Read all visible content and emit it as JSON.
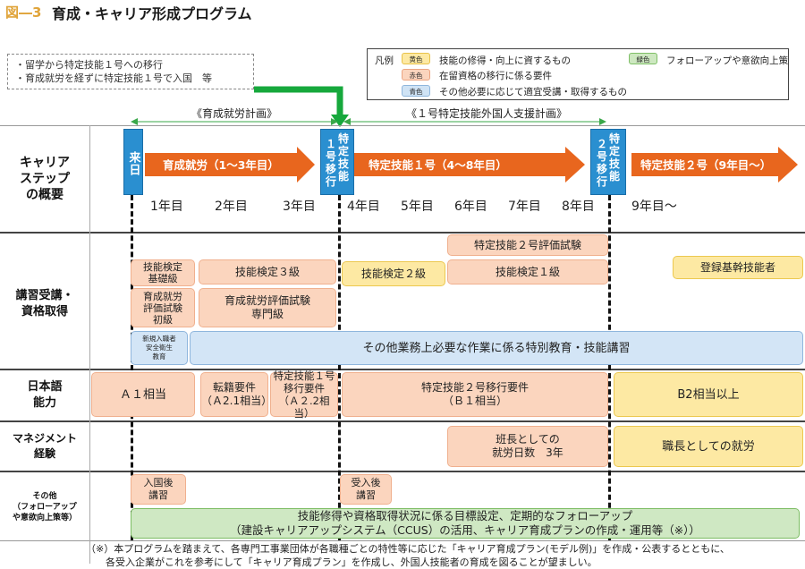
{
  "header": {
    "figure_label": "図―3",
    "title": "育成・キャリア形成プログラム"
  },
  "note_box": {
    "lines": [
      "・留学から特定技能１号への移行",
      "・育成就労を経ずに特定技能１号で入国　等"
    ]
  },
  "legend": {
    "title": "凡例",
    "items": [
      {
        "chip": "黄色",
        "text": "技能の修得・向上に資するもの",
        "color": "#fde9a3"
      },
      {
        "chip": "赤色",
        "text": "在留資格の移行に係る要件",
        "color": "#fbd5be"
      },
      {
        "chip": "青色",
        "text": "その他必要に応じて適宜受講・取得するもの",
        "color": "#cfe3f5"
      },
      {
        "chip": "緑色",
        "text": "フォローアップや意欲向上策",
        "color": "#cde8c0"
      }
    ]
  },
  "plans": {
    "left": "《育成就労計画》",
    "right": "《１号特定技能外国人支援計画》"
  },
  "rows": {
    "career": [
      "キャリア",
      "ステップ",
      "の概要"
    ],
    "training": [
      "講習受講・",
      "資格取得"
    ],
    "japanese": [
      "日本語",
      "能力"
    ],
    "management": [
      "マネジメント",
      "経験"
    ],
    "other": [
      "その他",
      "（フォローアップ",
      "や意欲向上策等）"
    ]
  },
  "steps": {
    "arrival": "来日",
    "transition1": [
      "１",
      "号",
      "移",
      "行"
    ],
    "transition1_b": [
      "特",
      "定",
      "技",
      "能"
    ],
    "transition2": [
      "２",
      "号",
      "移",
      "行"
    ],
    "transition2_b": [
      "特",
      "定",
      "技",
      "能"
    ],
    "arrow1": "育成就労（1～3年目）",
    "arrow2": "特定技能１号（4～8年目）",
    "arrow3": "特定技能２号（9年目～）"
  },
  "years": [
    "1年目",
    "2年目",
    "3年目",
    "4年目",
    "5年目",
    "6年目",
    "7年目",
    "8年目",
    "9年目～"
  ],
  "training_boxes": {
    "basic": [
      "技能検定",
      "基礎級"
    ],
    "grade3": "技能検定３級",
    "grade2": "技能検定２級",
    "ssw2_exam": "特定技能２号評価試験",
    "grade1": "技能検定１級",
    "registered": "登録基幹技能者",
    "ie_beginner": [
      "育成就労",
      "評価試験",
      "初級"
    ],
    "ie_specialist": [
      "育成就労評価試験",
      "専門級"
    ],
    "safety": [
      "新規入職者",
      "安全衛生",
      "教育"
    ],
    "special_edu": "その他業務上必要な作業に係る特別教育・技能講習"
  },
  "japanese_boxes": {
    "a1": "Ａ１相当",
    "transfer": [
      "転籍要件",
      "（Ａ2.1相当）"
    ],
    "ssw1_req": [
      "特定技能１号",
      "移行要件",
      "（Ａ２.2相当）"
    ],
    "ssw2_req": [
      "特定技能２号移行要件",
      "（Ｂ１相当）"
    ],
    "b2": "B2相当以上"
  },
  "management_boxes": {
    "foreman": [
      "班長としての",
      "就労日数　3年"
    ],
    "chief": "職長としての就労"
  },
  "other_boxes": {
    "after_entry": [
      "入国後",
      "講習"
    ],
    "after_accept": [
      "受入後",
      "講習"
    ],
    "followup": [
      "技能修得や資格取得状況に係る目標設定、定期的なフォローアップ",
      "（建設キャリアアップシステム（CCUS）の活用、キャリア育成プランの作成・運用等（※））"
    ]
  },
  "footnote": [
    "（※）本プログラムを踏まえて、各専門工事業団体が各職種ごとの特性等に応じた「キャリア育成プラン(モデル例)」を作成・公表するとともに、",
    "各受入企業がこれを参考にして「キャリア育成プラン」を作成し、外国人技能者の育成を図ることが望ましい。"
  ],
  "colors": {
    "arrow_orange": "#e8661e",
    "step_blue": "#2a8fd0",
    "connector_green": "#16a83c",
    "plan_green": "#3aa84a"
  }
}
